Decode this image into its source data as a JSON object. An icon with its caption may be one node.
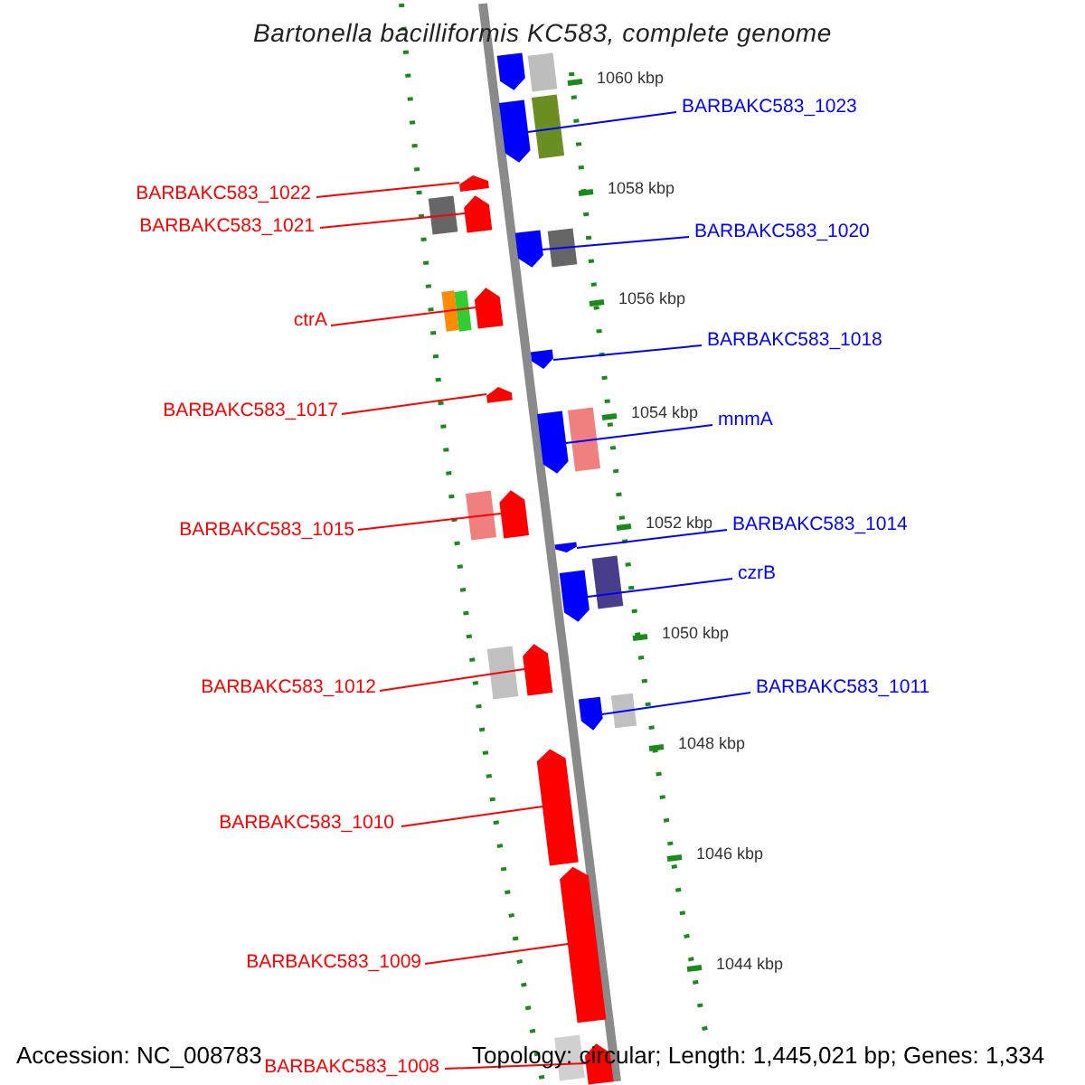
{
  "diagram": {
    "title": "Bartonella bacilliformis KC583, complete genome",
    "nodes": [
      {
        "text": [
          "BARBAKC583_1023"
        ]
      },
      {
        "text": [],
        "shape": "box"
      },
      {
        "text": [
          "BARBAKC583_1022"
        ]
      },
      {
        "text": [],
        "shape": "box"
      },
      {
        "text": [
          "BARBAKC583_1021"
        ]
      },
      {
        "text": [],
        "shape": "box"
      },
      {
        "text": [
          "BARBAKC583_1020"
        ]
      },
      {
        "text": [],
        "shape": "box"
      },
      {
        "text": [
          "ctrA"
        ]
      },
      {
        "text": [],
        "shape": "box"
      },
      {
        "text": [
          "BARBAKC583_1018"
        ]
      },
      {
        "text": [],
        "shape": "box"
      },
      {
        "text": [
          "BARBAKC583_1017"
        ]
      },
      {
        "text": [],
        "shape": "box"
      },
      {
        "text": [
          "mnmA"
        ]
      },
      {
        "text": [],
        "shape": "box"
      },
      {
        "text": [
          "BARBAKC583_1014"
        ]
      },
      {
        "text": [],
        "shape": "box"
      },
      {
        "text": [
          "BARBAKC583_1015"
        ]
      },
      {
        "text": [],
        "shape": "box"
      },
      {
        "text": [
          "czrB"
        ]
      },
      {
        "text": [],
        "shape": "box"
      },
      {
        "text": [
          "BARBAKC583_1012"
        ]
      },
      {
        "text": [],
        "shape": "box"
      },
      {
        "text": [
          "BARBAKC583_1011"
        ]
      },
      {
        "text": [],
        "shape": "box"
      },
      {
        "text": [
          "BARBAKC583_1010"
        ]
      },
      {
        "text": [],
        "shape": "box"
      },
      {
        "text": [
          "BARBAKC583_1009"
        ]
      },
      {
        "text": [],
        "shape": "box"
      },
      {
        "text": [
          "BARBAKC583_1008"
        ]
      },
      {
        "text": [],
        "shape": "box"
      }
    ],
    "edges": [
      {
        "from": 0,
        "to": 1,
        "arrow": "none",
        "color": "#0000ff"
      },
      {
        "from": 2,
        "to": 3,
        "arrow": "none"
      },
      {
        "from": 4,
        "to": 5,
        "arrow": "none"
      },
      {
        "from": 6,
        "to": 7,
        "arrow": "none",
        "color": "#0000ff"
      },
      {
        "from": 8,
        "to": 9,
        "arrow": "none"
      },
      {
        "from": 10,
        "to": 11,
        "arrow": "none",
        "color": "#0000ff"
      },
      {
        "from": 12,
        "to": 13,
        "arrow": "none"
      },
      {
        "from": 14,
        "to": 15,
        "arrow": "none",
        "color": "#0000ff"
      },
      {
        "from": 16,
        "to": 17,
        "arrow": "none",
        "color": "#0000ff"
      },
      {
        "from": 18,
        "to": 19,
        "arrow": "none"
      },
      {
        "from": 20,
        "to": 21,
        "arrow": "none",
        "color": "#0000ff"
      },
      {
        "from": 22,
        "to": 23,
        "arrow": "none"
      },
      {
        "from": 24,
        "to": 25,
        "arrow": "none",
        "color": "#0000ff"
      },
      {
        "from": 26,
        "to": 27,
        "arrow": "none"
      },
      {
        "from": 28,
        "to": 29,
        "arrow": "none"
      },
      {
        "from": 30,
        "to": 31,
        "arrow": "none"
      }
    ],
    "labels": [
      "1060 kbp",
      "1058 kbp",
      "1056 kbp",
      "1054 kbp",
      "1052 kbp",
      "1050 kbp",
      "1048 kbp",
      "1046 kbp",
      "1044 kbp",
      "Accession: NC_008783",
      "Topology: circular; Length: 1,445,021 bp; Genes: 1,334"
    ]
  }
}
